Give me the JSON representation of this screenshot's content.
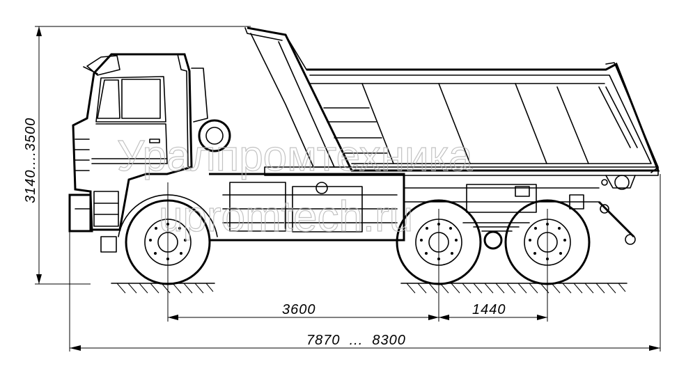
{
  "dimensions": {
    "height_range": "3140....3500",
    "wheelbase_front": "3600",
    "wheelbase_rear": "1440",
    "overall_length": "7870  ...  8300"
  },
  "watermark": {
    "line1": "Уралпромтехника",
    "line2": "upromtech.ru"
  }
}
